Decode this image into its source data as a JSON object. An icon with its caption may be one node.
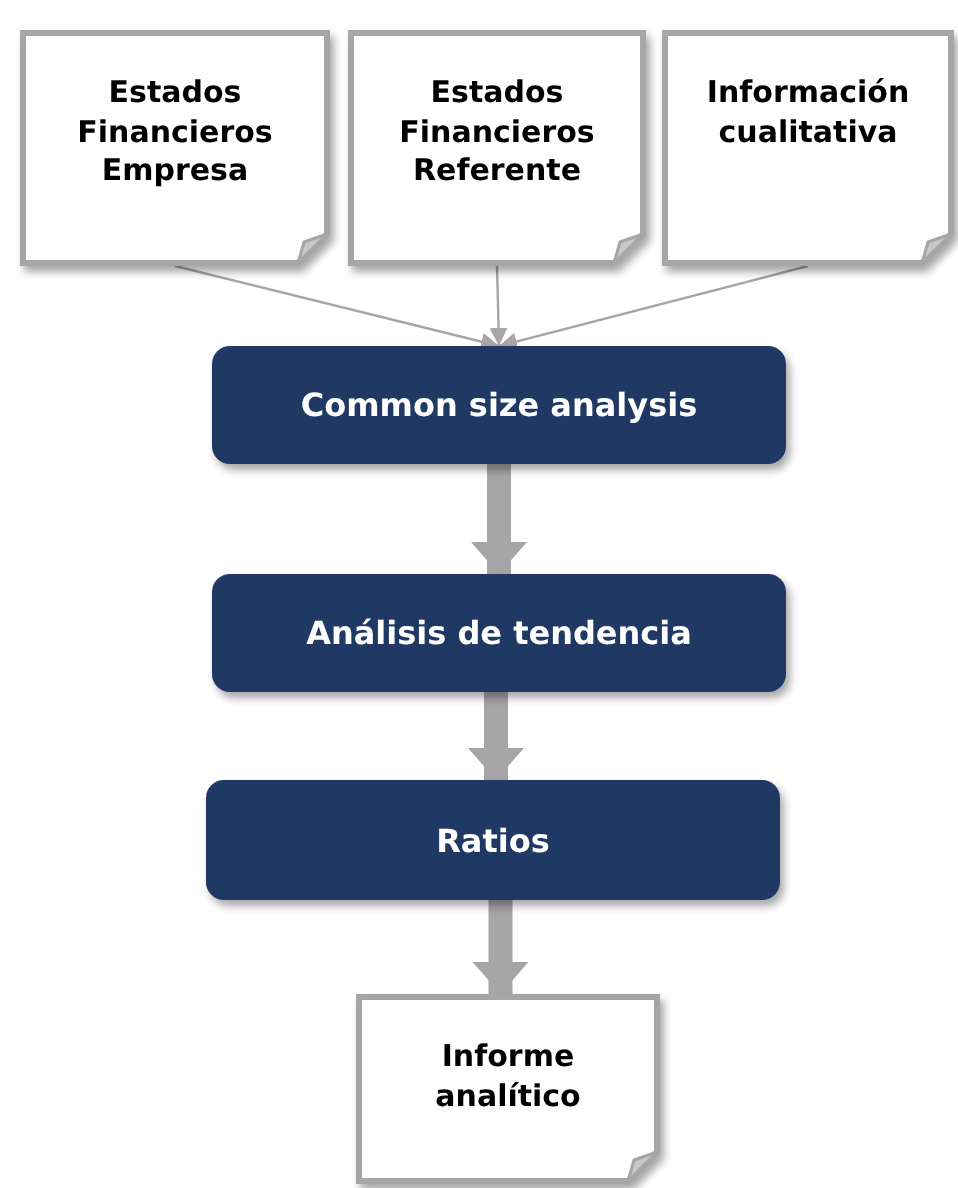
{
  "diagram": {
    "nodes": [
      {
        "text": [
          "Estados Financieros Empresa"
        ]
      },
      {
        "text": [
          "Estados Financieros Referente"
        ]
      },
      {
        "text": [
          "Información cualitativa"
        ]
      },
      {
        "text": [
          "Common size analysis"
        ]
      },
      {
        "text": [
          "Análisis de tendencia"
        ]
      },
      {
        "text": [
          "Ratios"
        ]
      },
      {
        "text": [
          "Informe analítico"
        ]
      }
    ],
    "edges": [
      {
        "from": 0,
        "to": 3,
        "arrow": "to"
      },
      {
        "from": 1,
        "to": 3,
        "arrow": "to"
      },
      {
        "from": 2,
        "to": 3,
        "arrow": "to"
      },
      {
        "from": 3,
        "to": 4,
        "arrow": "to",
        "style": "thick"
      },
      {
        "from": 4,
        "to": 5,
        "arrow": "to",
        "style": "thick"
      },
      {
        "from": 5,
        "to": 6,
        "arrow": "to",
        "style": "thick"
      }
    ]
  }
}
